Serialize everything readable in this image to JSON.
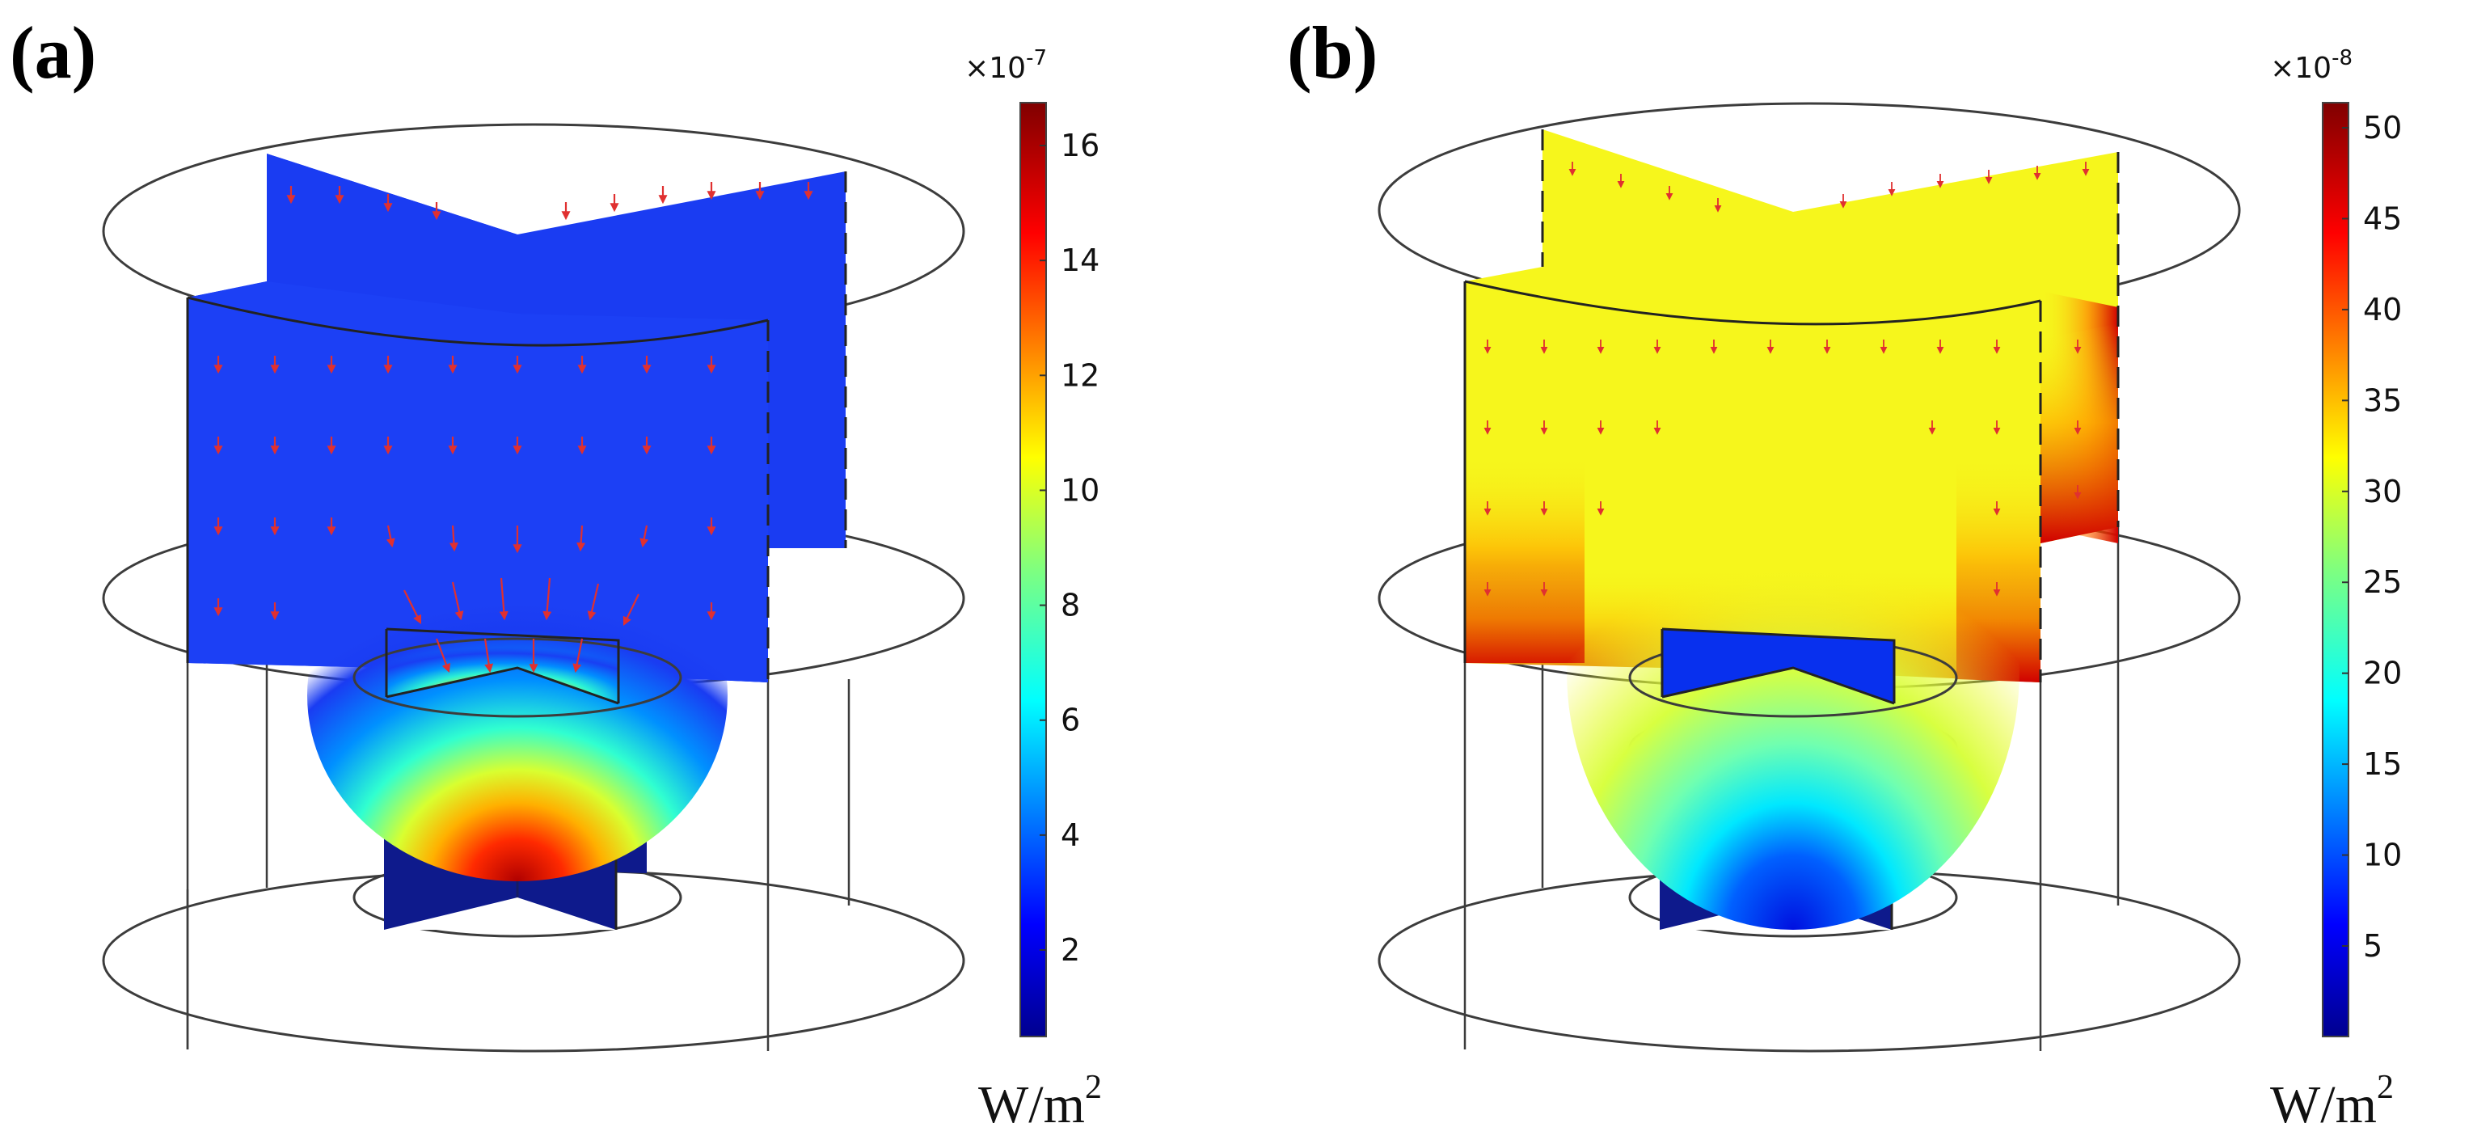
{
  "panels": [
    {
      "label": "(a)",
      "colorbar": {
        "exponent_base": "×10",
        "exponent_power": "-7",
        "ticks": [
          "16",
          "14",
          "12",
          "10",
          "8",
          "6",
          "4",
          "2"
        ],
        "unit_base": "W/m",
        "unit_power": "2"
      }
    },
    {
      "label": "(b)",
      "colorbar": {
        "exponent_base": "×10",
        "exponent_power": "-8",
        "ticks": [
          "50",
          "45",
          "40",
          "35",
          "30",
          "25",
          "20",
          "15",
          "10",
          "5"
        ],
        "unit_base": "W/m",
        "unit_power": "2"
      }
    }
  ],
  "colors": {
    "colormap": "jet",
    "panel_a_field": "#1a3cf2",
    "panel_b_field": "#f2f21a",
    "box": "#0e1a8c",
    "arrows": "#e03030"
  }
}
